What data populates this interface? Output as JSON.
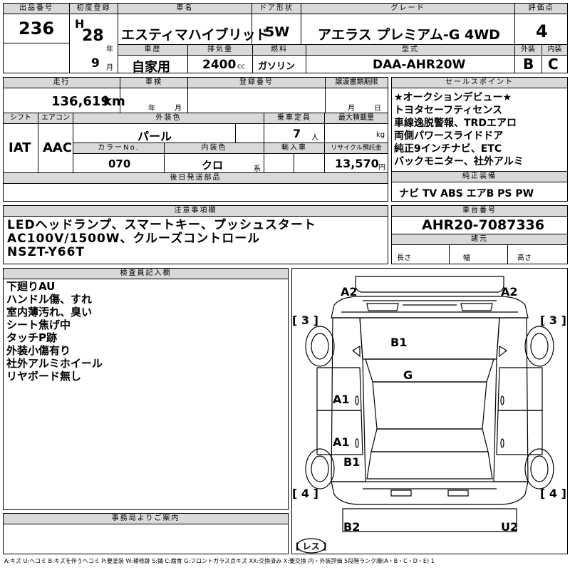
{
  "sheet": {
    "labels": {
      "lot_no": "出品番号",
      "first_reg": "初度登録",
      "car_name": "車名",
      "door_type": "ドア形状",
      "grade": "グレード",
      "score": "評価点",
      "history": "車歴",
      "displacement": "排気量",
      "fuel": "燃料",
      "model_code": "型式",
      "exterior": "外装",
      "interior": "内装",
      "mileage": "走行",
      "inspection": "車検",
      "reg_no": "登録番号",
      "transfer_deadline": "譲渡書類期限",
      "sales_point": "セールスポイント",
      "shift": "シフト",
      "aircon": "エアコン",
      "ext_color": "外装色",
      "capacity": "乗車定員",
      "max_load": "最大積載量",
      "color_no": "カラーNo.",
      "int_color": "内装色",
      "import": "輸入車",
      "recycle": "リサイクル預託金",
      "later_parts": "後日発送部品",
      "genuine_equip": "純正装備",
      "notes": "注意事項欄",
      "chassis_no": "車台番号",
      "dimensions": "諸元",
      "length": "長さ",
      "width": "幅",
      "height": "高さ",
      "inspector": "検査員記入欄",
      "office_info": "事務局よりご案内",
      "year_unit": "年",
      "month_unit": "月",
      "km_unit": "km",
      "cc_unit": "cc",
      "person_unit": "人",
      "kg_unit": "kg",
      "yen_unit": "円",
      "series_unit": "系",
      "heisei": "H"
    },
    "lot_no": "236",
    "first_reg_year": "28",
    "first_reg_month": "9",
    "car_name": "エスティマハイブリッド",
    "door_type": "5W",
    "grade": "アエラス プレミアム-G 4WD",
    "score": "4",
    "history": "自家用",
    "displacement": "2400",
    "fuel": "ガソリン",
    "model_code": "DAA-AHR20W",
    "exterior_grade": "B",
    "interior_grade": "C",
    "mileage": "136,619",
    "shift": "IAT",
    "aircon": "AAC",
    "ext_color": "パール",
    "capacity": "7",
    "color_no": "070",
    "int_color": "クロ",
    "recycle": "13,570",
    "sales_points": [
      "★オークションデビュー★",
      "トヨタセーフティセンス",
      "車線逸脱警報、TRDエアロ",
      "両側パワースライドドア",
      "純正9インチナビ、ETC",
      "バックモニター、社外アルミ"
    ],
    "genuine_equipment": "ナビ TV ABS エアB PS PW",
    "notes": [
      "LEDヘッドランプ、スマートキー、プッシュスタート",
      "AC100V/1500W、クルーズコントロール",
      "NSZT-Y66T"
    ],
    "chassis_no": "AHR20-7087336",
    "inspector_notes": [
      "下廻りAU",
      "ハンドル傷、すれ",
      "室内薄汚れ、臭い",
      "シート焦げ中",
      "タッチP跡",
      "外装小傷有り",
      "社外アルミホイール",
      "リヤボード無し"
    ],
    "diagram_marks": {
      "front_left": "A2",
      "front_right": "A2",
      "left_front_tire": "[ 3 ]",
      "right_front_tire": "[ 3 ]",
      "hood": "B1",
      "roof": "G",
      "left_front_door": "A1",
      "left_rear_door": "A1",
      "left_rear_quarter": "B1",
      "left_rear_tire": "[ 4 ]",
      "right_rear_tire": "[ 4 ]",
      "rear_left": "B2",
      "rear_right": "U2",
      "spare": "[ レス ]"
    },
    "legend": "A:キズ U:ヘコミ B:キズを伴うヘコミ P:要塗装 W:補修跡 S:錆 C:腐食 G:フロントガラス点キズ XX:交換済み X:要交換 内・外装評価 5段階ランク順(A・B・C・D・E) 1"
  }
}
